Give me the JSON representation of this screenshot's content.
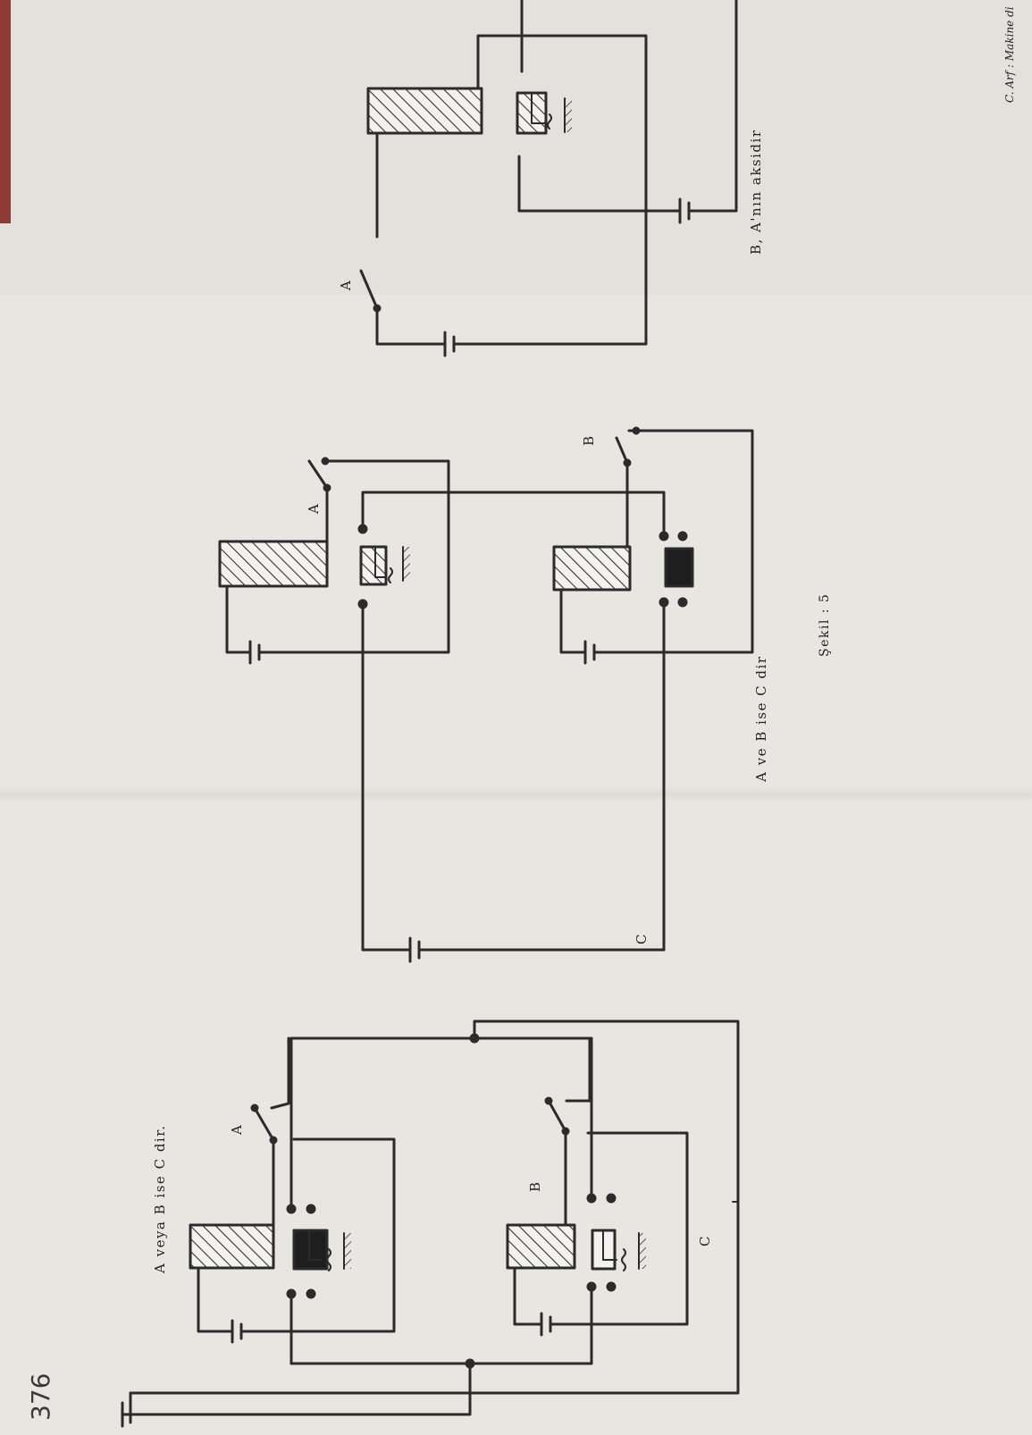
{
  "page": {
    "page_number_handwritten": "376",
    "running_header": "C. Arf : Makine di",
    "figure_caption": "Şekil : 5"
  },
  "panels": [
    {
      "id": "or-circuit",
      "caption": "A veya B ise C dir.",
      "labels": {
        "switch_a": "A",
        "switch_b": "B",
        "output": "C"
      }
    },
    {
      "id": "and-circuit",
      "caption": "A ve B ise C dir",
      "labels": {
        "switch_a": "A",
        "switch_b": "B",
        "output": "C"
      }
    },
    {
      "id": "not-circuit",
      "caption": "B, A'nın aksidir",
      "labels": {
        "switch_a": "A"
      }
    }
  ]
}
